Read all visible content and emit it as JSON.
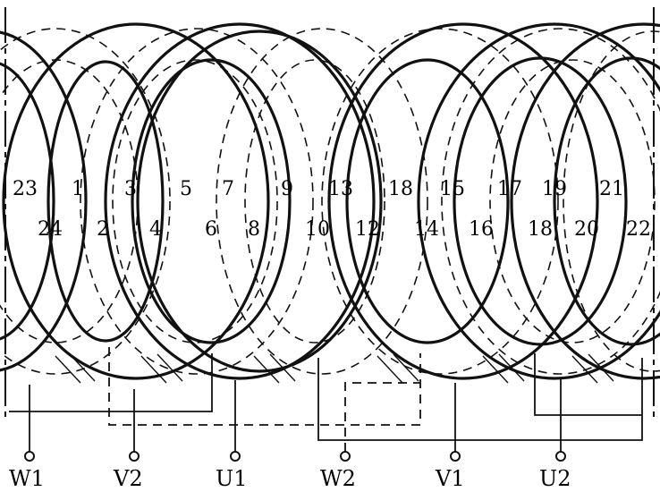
{
  "diagram": {
    "slot_labels": {
      "row_top": [
        "23",
        "1",
        "3",
        "5",
        "7",
        "9",
        "13",
        "18",
        "15",
        "17",
        "19",
        "21"
      ],
      "row_bottom": [
        "24",
        "2",
        "4",
        "6",
        "8",
        "10",
        "12",
        "14",
        "16",
        "18",
        "20",
        "22"
      ]
    },
    "terminals": [
      "W1",
      "V2",
      "U1",
      "W2",
      "V1",
      "U2"
    ]
  }
}
